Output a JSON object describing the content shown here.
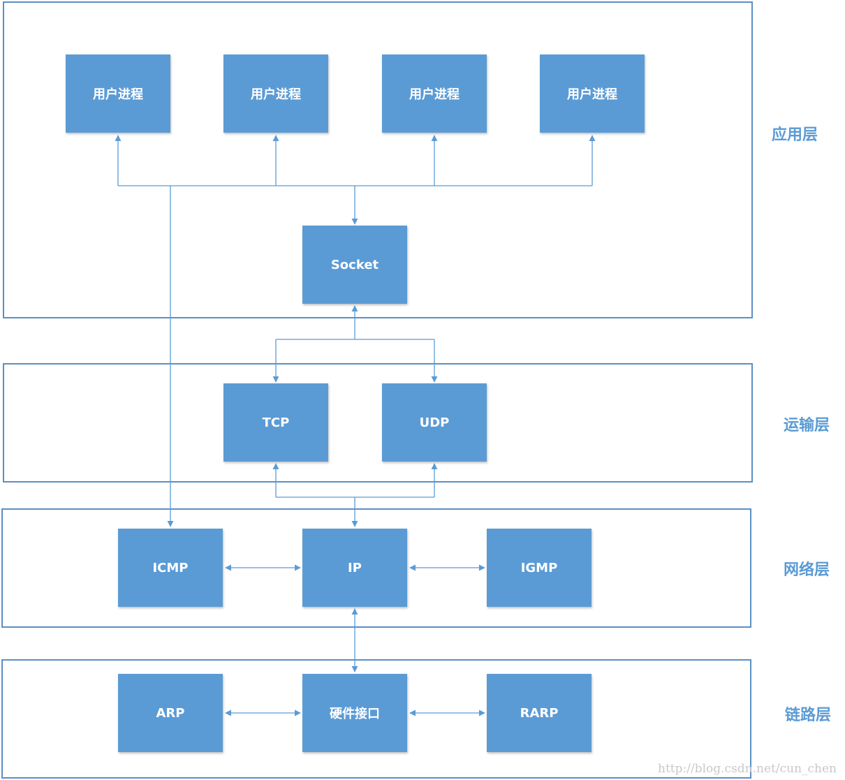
{
  "layers": {
    "application": "应用层",
    "transport": "运输层",
    "network": "网络层",
    "link": "链路层"
  },
  "nodes": {
    "user_process_1": "用户进程",
    "user_process_2": "用户进程",
    "user_process_3": "用户进程",
    "user_process_4": "用户进程",
    "socket": "Socket",
    "tcp": "TCP",
    "udp": "UDP",
    "icmp": "ICMP",
    "ip": "IP",
    "igmp": "IGMP",
    "arp": "ARP",
    "hardware_interface": "硬件接口",
    "rarp": "RARP"
  },
  "watermark": "http://blog.csdn.net/cun_chen"
}
